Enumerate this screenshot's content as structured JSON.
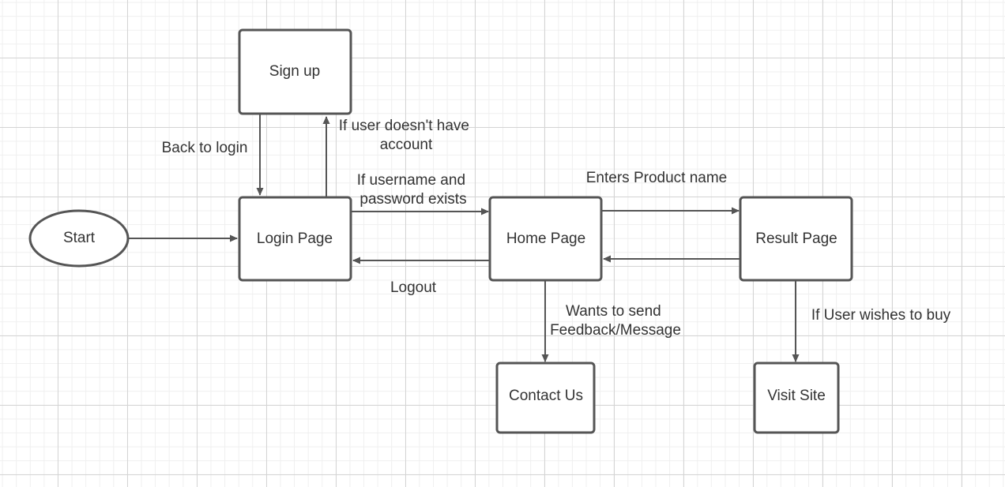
{
  "nodes": {
    "start": "Start",
    "signup": "Sign up",
    "login": "Login Page",
    "home": "Home Page",
    "result": "Result Page",
    "contact": "Contact Us",
    "visit": "Visit Site"
  },
  "edges": {
    "back_to_login": "Back to login",
    "no_account": [
      "If user doesn't have",
      "account"
    ],
    "credentials": [
      "If username and",
      "password exists"
    ],
    "logout": "Logout",
    "enters_product": "Enters Product name",
    "feedback": [
      "Wants to send",
      "Feedback/Message"
    ],
    "wishes_to_buy": "If User wishes to buy"
  },
  "colors": {
    "stroke": "#555555",
    "text": "#333333",
    "grid": "#d4d4d4"
  }
}
